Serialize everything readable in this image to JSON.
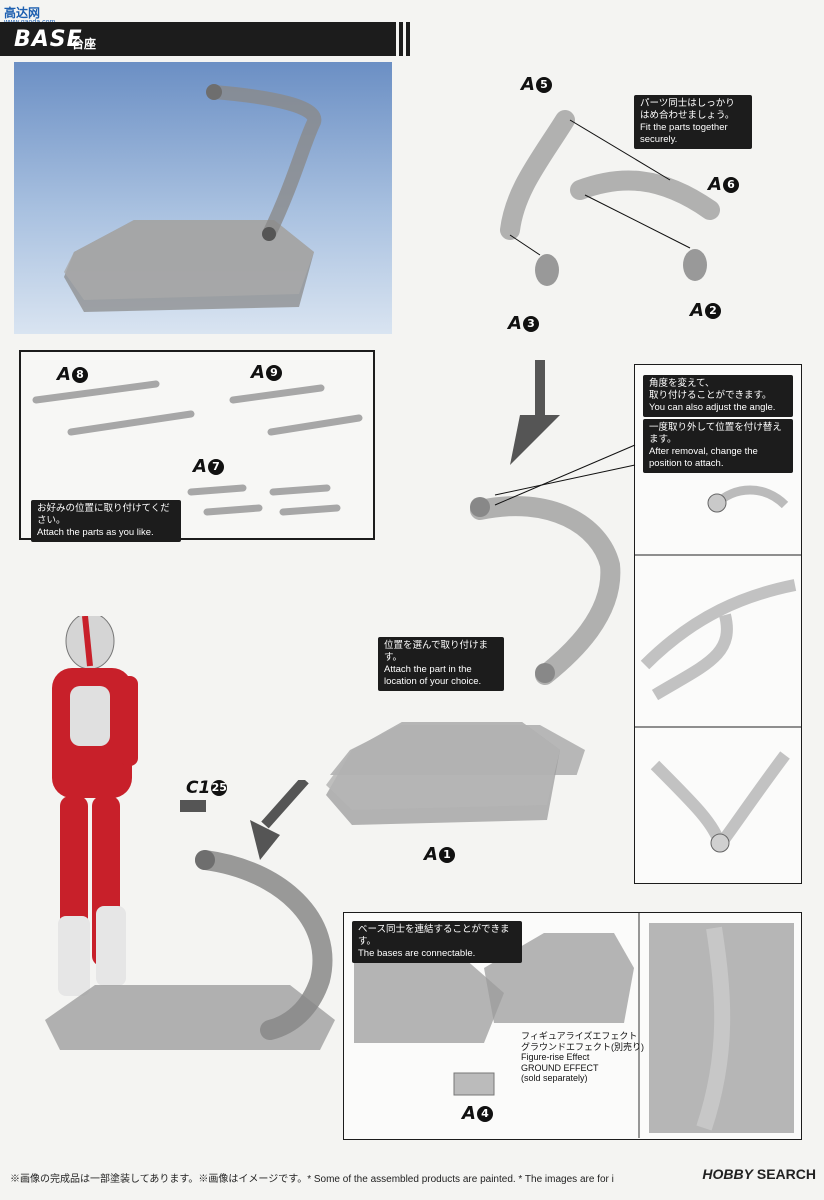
{
  "watermark": {
    "site": "高达网",
    "url": "www.gaoda.com"
  },
  "header": {
    "title": "BASE",
    "subtitle": "台座"
  },
  "notes": {
    "fit": {
      "jp": "パーツ同士はしっかり",
      "jp2": "はめ合わせましょう。",
      "en": "Fit the parts together",
      "en2": "securely."
    },
    "like": {
      "jp": "お好みの位置に取り付けてください。",
      "en": "Attach the parts as you like."
    },
    "angle": {
      "jp": "角度を変えて、",
      "jp2": "取り付けることができます。",
      "en": "You can also adjust the angle."
    },
    "removal": {
      "jp": "一度取り外して位置を付け替えます。",
      "en": "After removal, change the",
      "en2": "position to attach."
    },
    "location": {
      "jp": "位置を選んで取り付けます。",
      "en": "Attach the part in the",
      "en2": "location of your choice."
    },
    "connect": {
      "jp": "ベース同士を連結することができます。",
      "en": "The bases are connectable."
    }
  },
  "labels": {
    "a5": {
      "letter": "A",
      "num": "5"
    },
    "a6": {
      "letter": "A",
      "num": "6"
    },
    "a3": {
      "letter": "A",
      "num": "3"
    },
    "a2": {
      "letter": "A",
      "num": "2"
    },
    "a8": {
      "letter": "A",
      "num": "8"
    },
    "a9": {
      "letter": "A",
      "num": "9"
    },
    "a7": {
      "letter": "A",
      "num": "7"
    },
    "a1": {
      "letter": "A",
      "num": "1"
    },
    "a4": {
      "letter": "A",
      "num": "4"
    },
    "c1": {
      "letter": "C1",
      "num": "25"
    }
  },
  "ground_effect": {
    "jp": "フィギュアライズエフェクト",
    "jp2": "グラウンドエフェクト(別売り)",
    "en": "Figure-rise Effect",
    "en2": "GROUND EFFECT",
    "en3": "(sold separately)"
  },
  "footer": {
    "text": "※画像の完成品は一部塗装してあります。※画像はイメージです。* Some of the assembled products are painted. * The images are for i"
  },
  "brand": {
    "hobby": "HOBBY",
    "search": "SEARCH"
  },
  "colors": {
    "header": "#1c1c1c",
    "sky_top": "#6b8fc4",
    "sky_bottom": "#d9e4f1",
    "part_gray": "#9a9a9a",
    "figure_red": "#c8202a"
  }
}
